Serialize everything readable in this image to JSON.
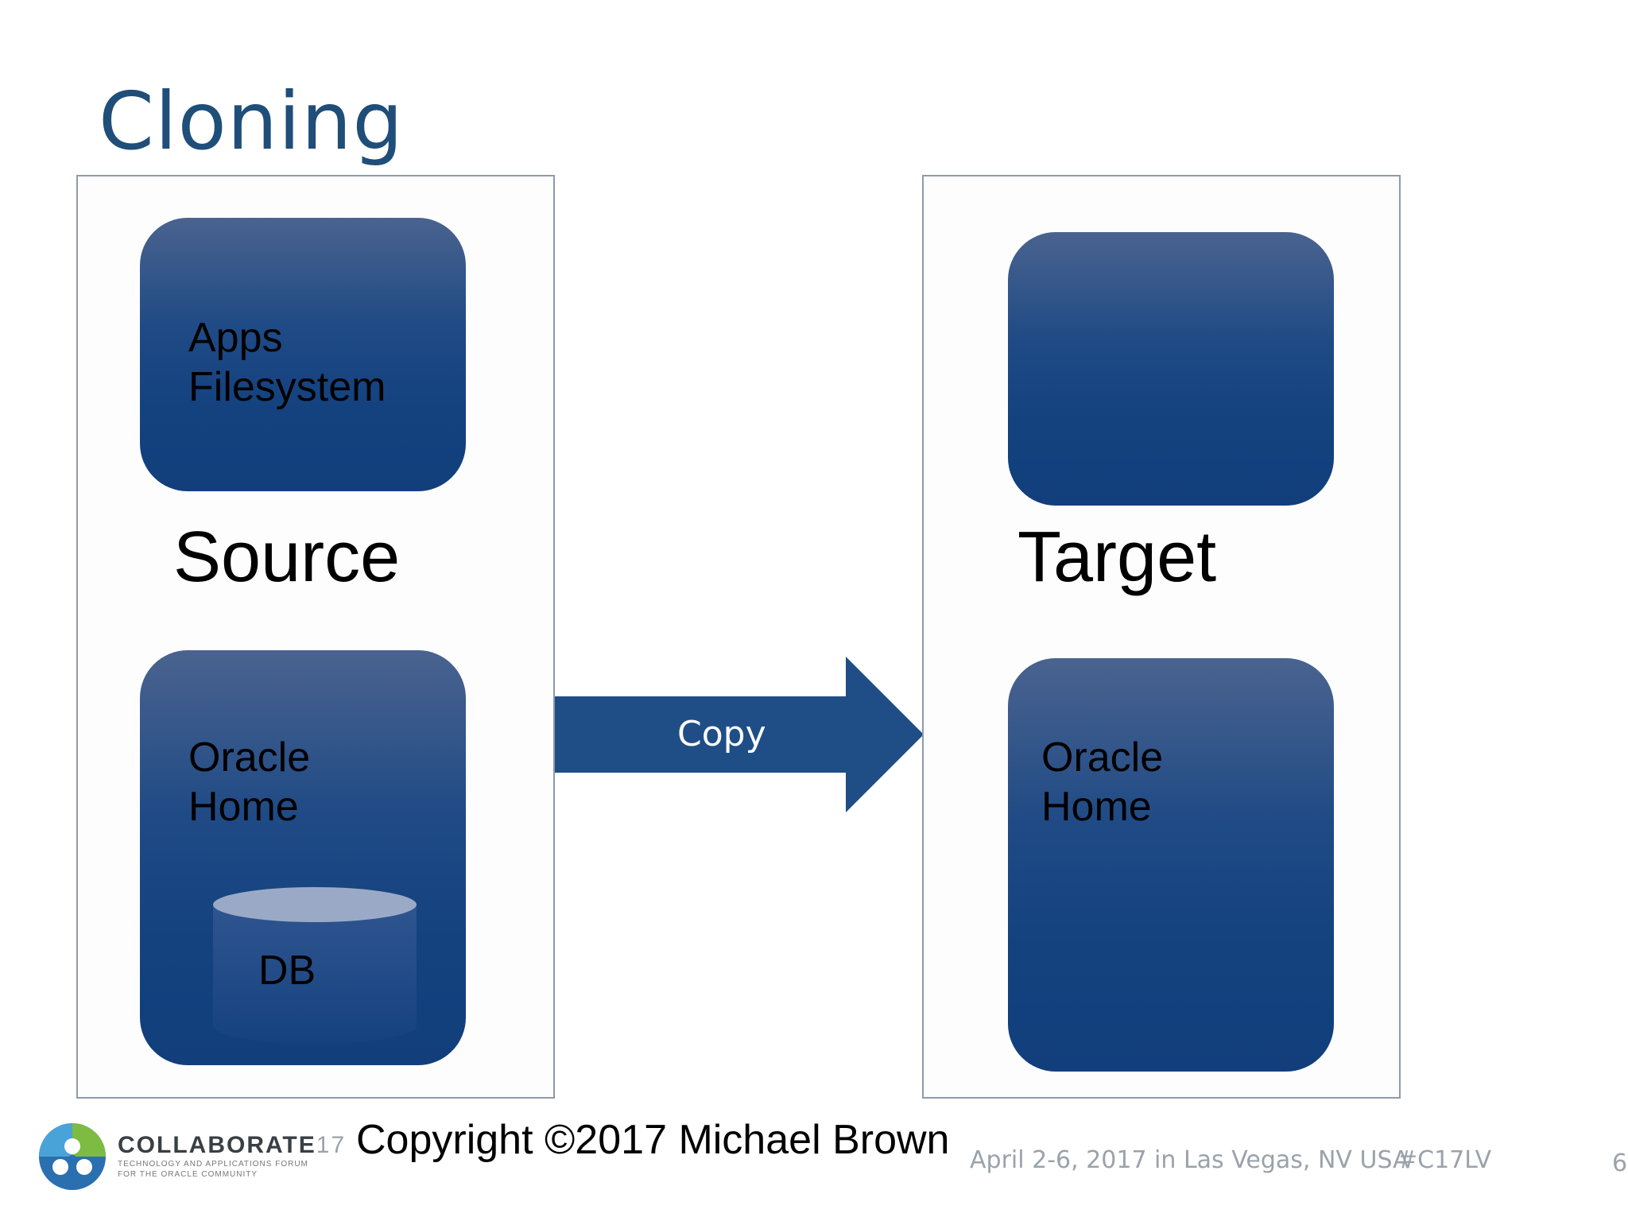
{
  "slide": {
    "title": "Cloning",
    "source": {
      "label": "Source",
      "top_block_text": "Apps\nFilesystem",
      "bottom_block_text": "Oracle\nHome",
      "db_label": "DB"
    },
    "target": {
      "label": "Target",
      "top_block_text": "",
      "bottom_block_text": "Oracle\nHome"
    },
    "arrow_label": "Copy",
    "page_number": "6"
  },
  "footer": {
    "logo_name": "COLLABORATE",
    "logo_year": "17",
    "logo_tagline": "TECHNOLOGY AND APPLICATIONS FORUM\nFOR THE ORACLE COMMUNITY",
    "copyright": "Copyright ©2017 Michael Brown",
    "event": "April 2-6, 2017 in Las Vegas, NV USA",
    "hashtag": "#C17LV"
  },
  "colors": {
    "title": "#1f4e79",
    "block_dark": "#123f7c",
    "block_light": "#4a638f",
    "panel_border": "#8f9aa8",
    "footer_gray": "#9aa2aa"
  }
}
